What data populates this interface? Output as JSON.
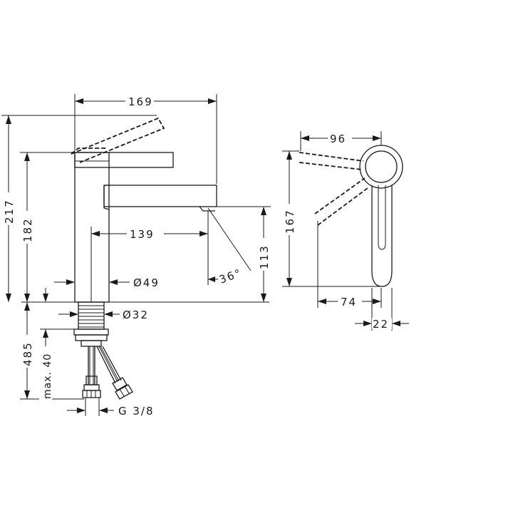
{
  "dimensions": {
    "front_width": "169",
    "total_height": "217",
    "body_height": "182",
    "spout_reach": "139",
    "spout_height": "113",
    "angle": "36°",
    "body_diameter": "Ø49",
    "thread_diameter": "Ø32",
    "below_deck": "485",
    "max_thickness": "max. 40",
    "connection": "G 3/8",
    "side_lever_depth": "96",
    "side_height": "167",
    "side_depth": "74",
    "side_width": "22"
  },
  "colors": {
    "line": "#1a1a1a",
    "background": "#ffffff"
  }
}
